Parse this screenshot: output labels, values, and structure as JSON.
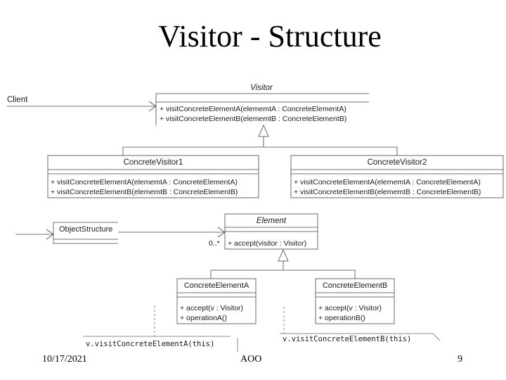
{
  "slide": {
    "title": "Visitor - Structure",
    "footer_date": "10/17/2021",
    "footer_center": "AOO",
    "page_number": "9"
  },
  "diagram": {
    "client": "Client",
    "visitor": {
      "name": "Visitor",
      "ops": [
        "+ visitConcreteElementA(elememtA : ConcreteElementA)",
        "+ visitConcreteElementB(elememtB : ConcreteElementB)"
      ]
    },
    "concrete_visitor_1": {
      "name": "ConcreteVisitor1",
      "ops": [
        "+ visitConcreteElementA(elememtA : ConcreteElementA)",
        "+ visitConcreteElementB(elememtB : ConcreteElementB)"
      ]
    },
    "concrete_visitor_2": {
      "name": "ConcreteVisitor2",
      "ops": [
        "+ visitConcreteElementA(elememtA : ConcreteElementA)",
        "+ visitConcreteElementB(elememtB : ConcreteElementB)"
      ]
    },
    "object_structure": "ObjectStructure",
    "multiplicity": "0..*",
    "element": {
      "name": "Element",
      "ops": [
        "+ accept(visitor : Visitor)"
      ]
    },
    "concrete_element_a": {
      "name": "ConcreteElementA",
      "ops": [
        "+ accept(v : Visitor)",
        "+ operationA()"
      ]
    },
    "concrete_element_b": {
      "name": "ConcreteElementB",
      "ops": [
        "+ accept(v : Visitor)",
        "+ operationB()"
      ]
    },
    "note_a": "v.visitConcreteElementA(this)",
    "note_b": "v.visitConcreteElementB(this)"
  }
}
